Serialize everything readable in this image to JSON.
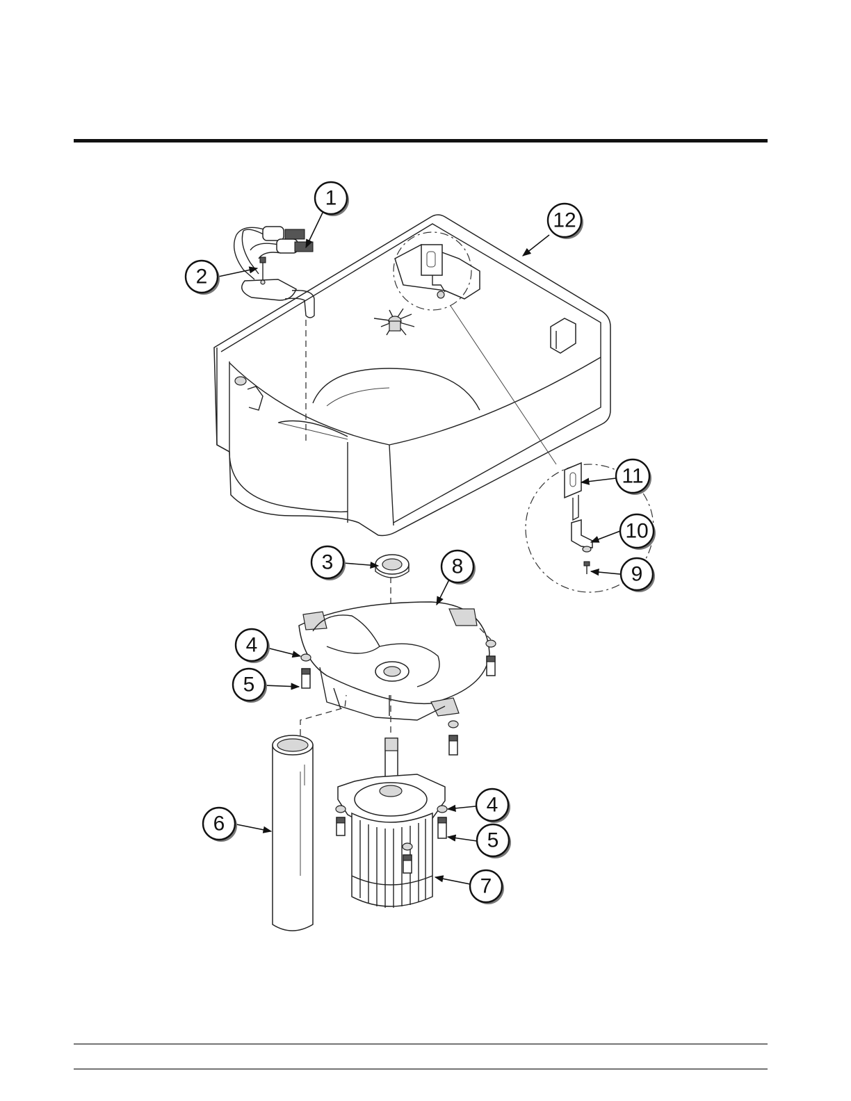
{
  "callouts": {
    "c1": "1",
    "c2": "2",
    "c3": "3",
    "c4a": "4",
    "c4b": "4",
    "c5a": "5",
    "c5b": "5",
    "c6": "6",
    "c7": "7",
    "c8": "8",
    "c9": "9",
    "c10": "10",
    "c11": "11",
    "c12": "12"
  }
}
